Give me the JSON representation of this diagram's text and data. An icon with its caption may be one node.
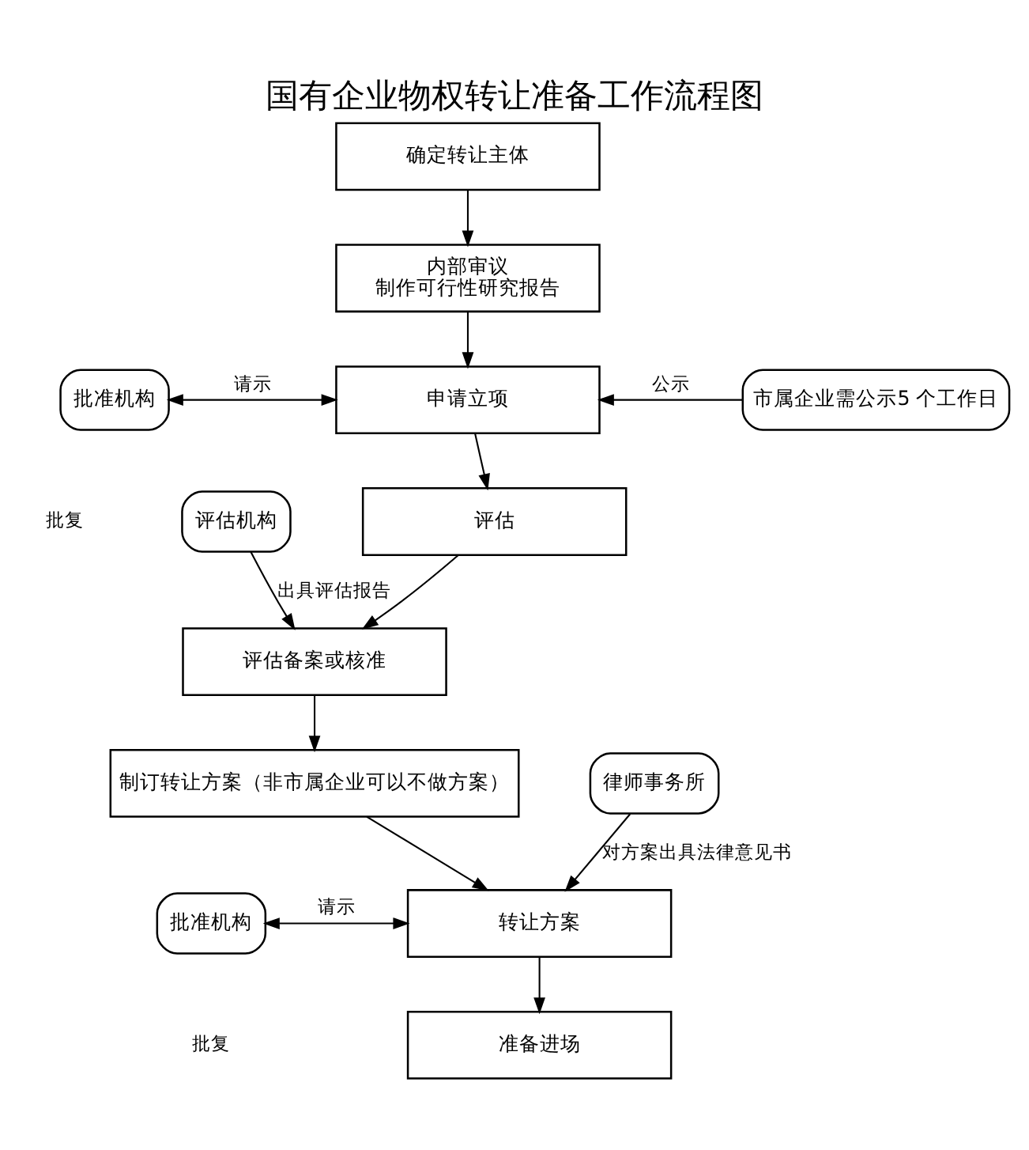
{
  "diagram": {
    "title": "国有企业物权转让准备工作流程图",
    "nodes": [
      {
        "text": [
          "确定转让主体"
        ]
      },
      {
        "text": [
          "内部审议",
          "制作可行性研究报告"
        ]
      },
      {
        "text": [
          "批准机构"
        ]
      },
      {
        "text": [
          "申请立项"
        ]
      },
      {
        "text": [
          "市属企业需公示5 个工作日"
        ]
      },
      {
        "text": [
          "评估"
        ]
      },
      {
        "text": [
          "评估机构"
        ]
      },
      {
        "text": [
          "评估备案或核准"
        ]
      },
      {
        "text": [
          "制订转让方案（非市属企业可以不做方案）"
        ]
      },
      {
        "text": [
          "律师事务所"
        ]
      },
      {
        "text": [
          "批准机构"
        ]
      },
      {
        "text": [
          "转让方案"
        ]
      },
      {
        "text": [
          "准备进场"
        ]
      }
    ],
    "edges": [
      {
        "from": 0,
        "to": 1,
        "arrow": "to"
      },
      {
        "from": 1,
        "to": 3,
        "arrow": "to"
      },
      {
        "from": 4,
        "to": 3,
        "arrow": "to",
        "label": "公示"
      },
      {
        "from": 2,
        "to": 3,
        "arrow": "both",
        "label": "请示"
      },
      {
        "from": 3,
        "to": 5,
        "arrow": "to"
      },
      {
        "from": 6,
        "to": 7,
        "arrow": "to",
        "label": "出具评估报告"
      },
      {
        "from": 5,
        "to": 7,
        "arrow": "to"
      },
      {
        "from": 7,
        "to": 8,
        "arrow": "to"
      },
      {
        "from": 9,
        "to": 11,
        "arrow": "to",
        "label": "对方案出具法律意见书"
      },
      {
        "from": 8,
        "to": 11,
        "arrow": "to"
      },
      {
        "from": 10,
        "to": 11,
        "arrow": "both",
        "label": "请示"
      },
      {
        "from": 11,
        "to": 12,
        "arrow": "to"
      }
    ],
    "labels": [
      "批复",
      "批复"
    ]
  }
}
